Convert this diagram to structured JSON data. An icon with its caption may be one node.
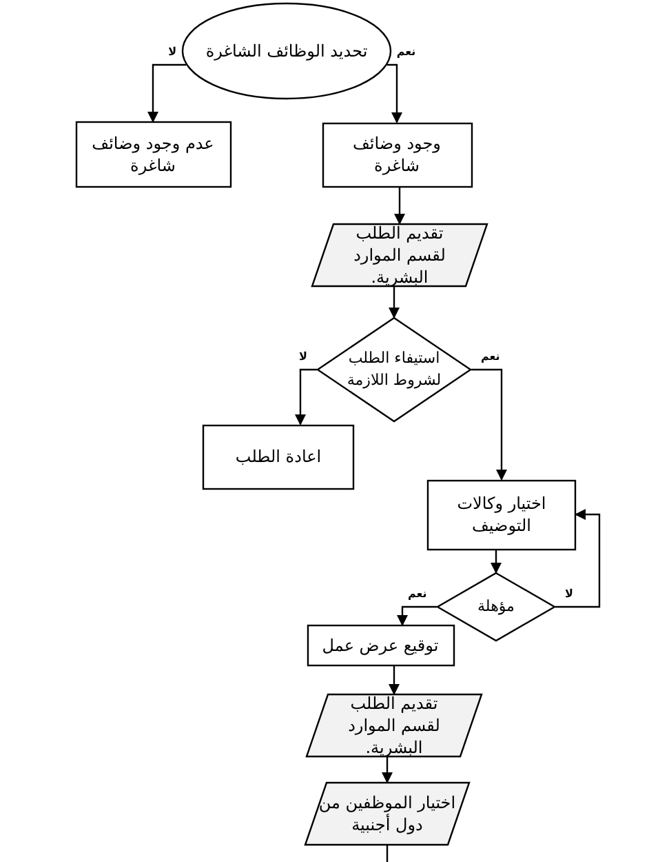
{
  "diagram": {
    "nodes": [
      {
        "text": [
          "تحديد الوظائف الشاغرة"
        ]
      },
      {
        "text": [
          "عدم وجود وضائف شاغرة"
        ]
      },
      {
        "text": [
          "وجود وضائف شاغرة"
        ]
      },
      {
        "text": [
          "تقديم الطلب لقسم الموارد البشرية."
        ]
      },
      {
        "text": [
          "استيفاء الطلب لشروط اللازمة"
        ]
      },
      {
        "text": [
          "اعادة الطلب"
        ]
      },
      {
        "text": [
          "اختيار وكالات التوضيف"
        ]
      },
      {
        "text": [
          "مؤهلة"
        ]
      },
      {
        "text": [
          "توقيع عرض عمل"
        ]
      },
      {
        "text": [
          "تقديم الطلب لقسم الموارد البشرية."
        ]
      },
      {
        "text": [
          "اختيار الموظفين من دول أجنبية"
        ]
      }
    ],
    "edges": [
      {
        "from": 0,
        "to": 1,
        "arrow": "to",
        "label": "لا"
      },
      {
        "from": 0,
        "to": 2,
        "arrow": "to",
        "label": "نعم"
      },
      {
        "from": 2,
        "to": 3,
        "arrow": "to"
      },
      {
        "from": 3,
        "to": 4,
        "arrow": "to"
      },
      {
        "from": 4,
        "to": 5,
        "arrow": "to",
        "label": "لا"
      },
      {
        "from": 4,
        "to": 6,
        "arrow": "to",
        "label": "نعم"
      },
      {
        "from": 6,
        "to": 7,
        "arrow": "to"
      },
      {
        "from": 7,
        "to": 8,
        "arrow": "to",
        "label": "نعم"
      },
      {
        "from": 7,
        "to": 6,
        "arrow": "to",
        "label": "لا"
      },
      {
        "from": 8,
        "to": 9,
        "arrow": "to"
      },
      {
        "from": 9,
        "to": 10,
        "arrow": "to"
      },
      {
        "from": 10,
        "to": null,
        "arrow": "none"
      }
    ]
  }
}
